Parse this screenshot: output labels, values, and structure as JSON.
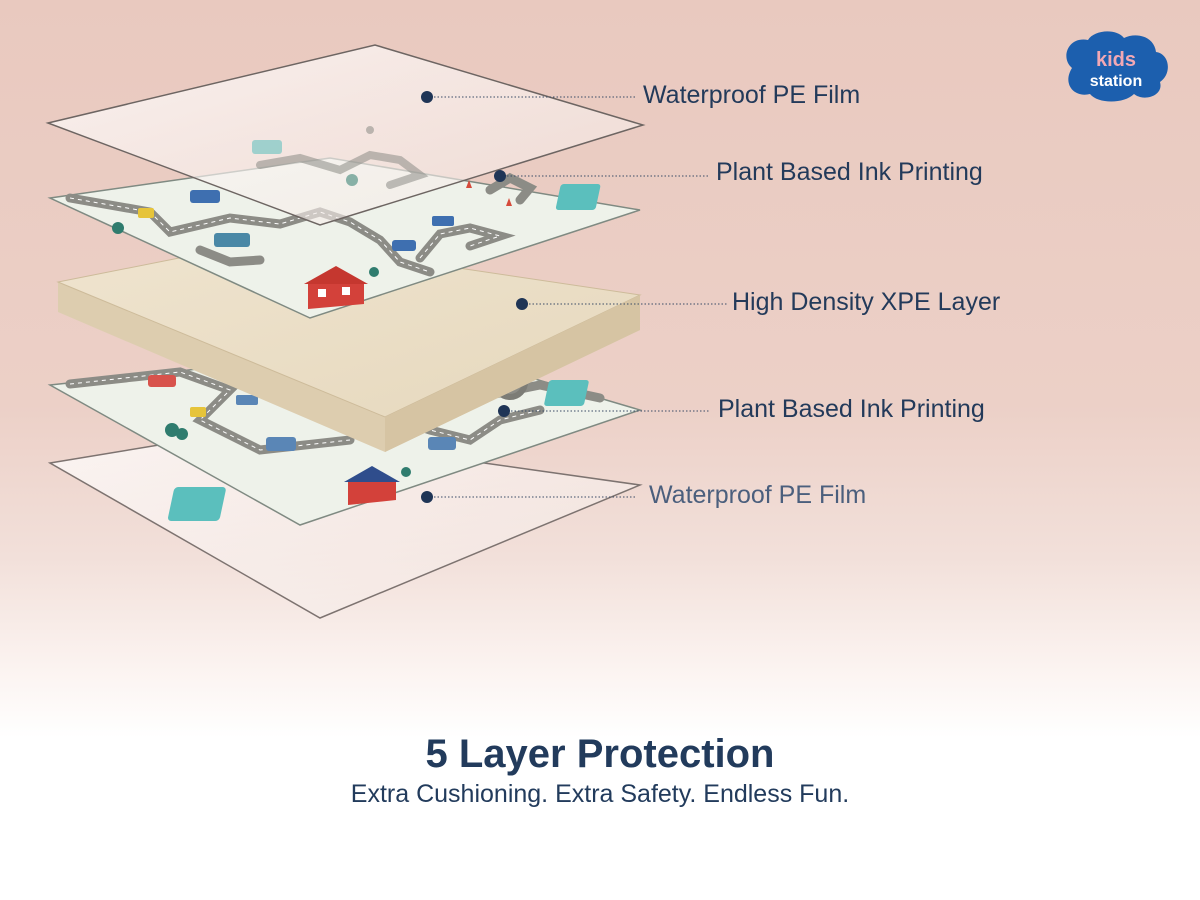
{
  "brand": {
    "logo_word_1": "kids",
    "logo_word_2": "station",
    "logo_color": "#1c5fae"
  },
  "layers": [
    {
      "label": "Waterproof PE Film",
      "icon": "film-sheet"
    },
    {
      "label": "Plant Based Ink Printing",
      "icon": "printed-mat"
    },
    {
      "label": "High Density XPE Layer",
      "icon": "foam-slab"
    },
    {
      "label": "Plant Based Ink Printing",
      "icon": "printed-mat"
    },
    {
      "label": "Waterproof PE Film",
      "icon": "film-sheet"
    }
  ],
  "footer": {
    "title": "5 Layer Protection",
    "subtitle": "Extra Cushioning. Extra Safety. Endless Fun."
  },
  "colors": {
    "text": "#233a5a",
    "dot": "#1f3556",
    "foam": "#e9dcc4",
    "mat": "#eef2ea",
    "road": "#8c8c86",
    "background_top": "#e9c9bf"
  }
}
